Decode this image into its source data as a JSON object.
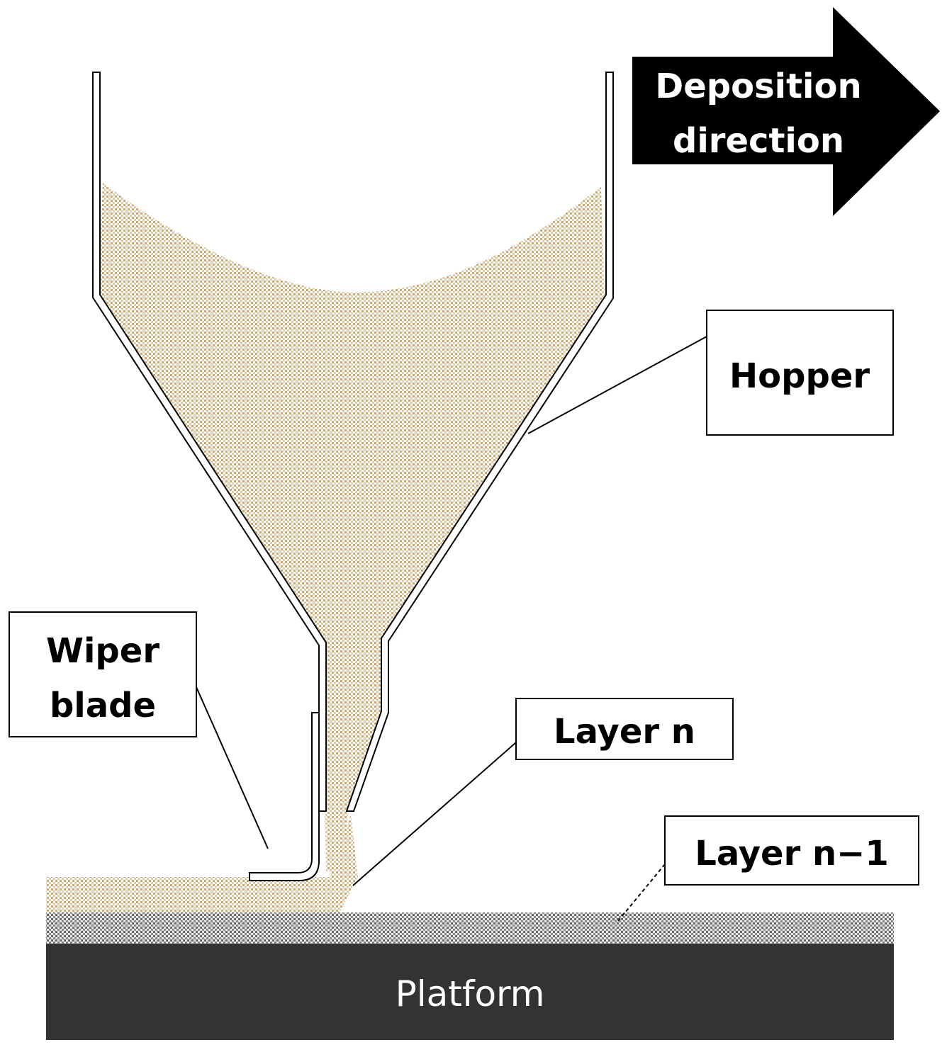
{
  "labels": {
    "deposition_line1": "Deposition",
    "deposition_line2": "direction",
    "hopper": "Hopper",
    "wiper_line1": "Wiper",
    "wiper_line2": "blade",
    "layer_n": "Layer n",
    "layer_n_minus_1": "Layer n−1",
    "platform": "Platform"
  },
  "colors": {
    "powder": "#c9a97a",
    "layer_dots": "#6a6a6a",
    "platform": "#333333",
    "arrow": "#000000"
  }
}
